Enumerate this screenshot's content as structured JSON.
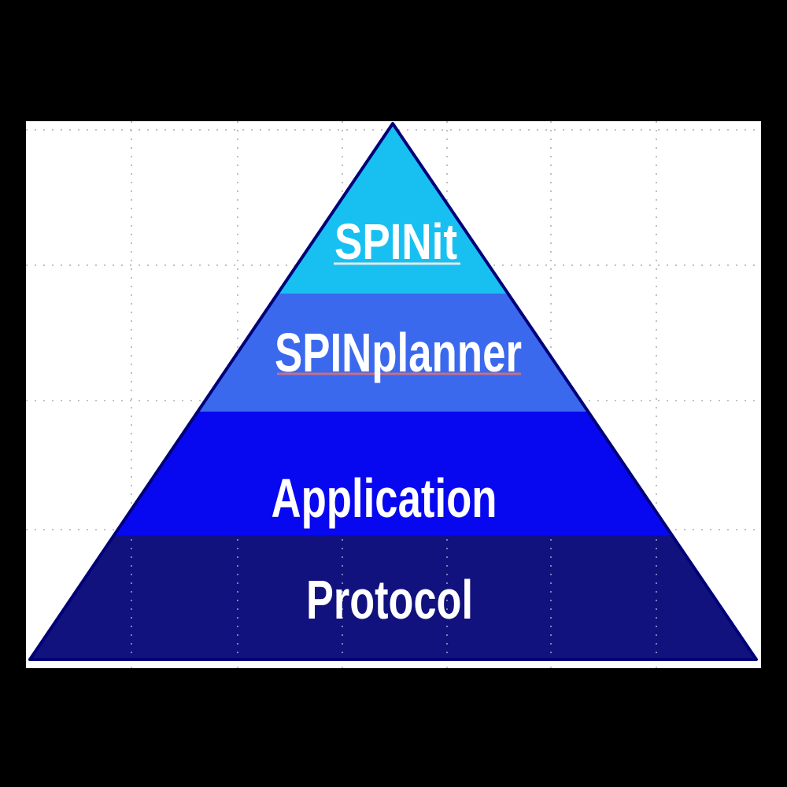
{
  "frame": {
    "background": "#000000"
  },
  "canvas": {
    "background": "#ffffff"
  },
  "grid": {
    "color": "#9aa2ac",
    "overlay_color": "#b9c0de"
  },
  "pyramid": {
    "outline_color": "#000078",
    "text_color": "#ffffff",
    "layers": [
      {
        "label": "SPINit",
        "color": "#18C0F2",
        "underline_color": "#e8e8e8"
      },
      {
        "label": "SPINplanner",
        "color": "#3B69EE",
        "underline_color": "#c8707e"
      },
      {
        "label": "Application",
        "color": "#0808F0"
      },
      {
        "label": "Protocol",
        "color": "#12127E"
      }
    ]
  }
}
